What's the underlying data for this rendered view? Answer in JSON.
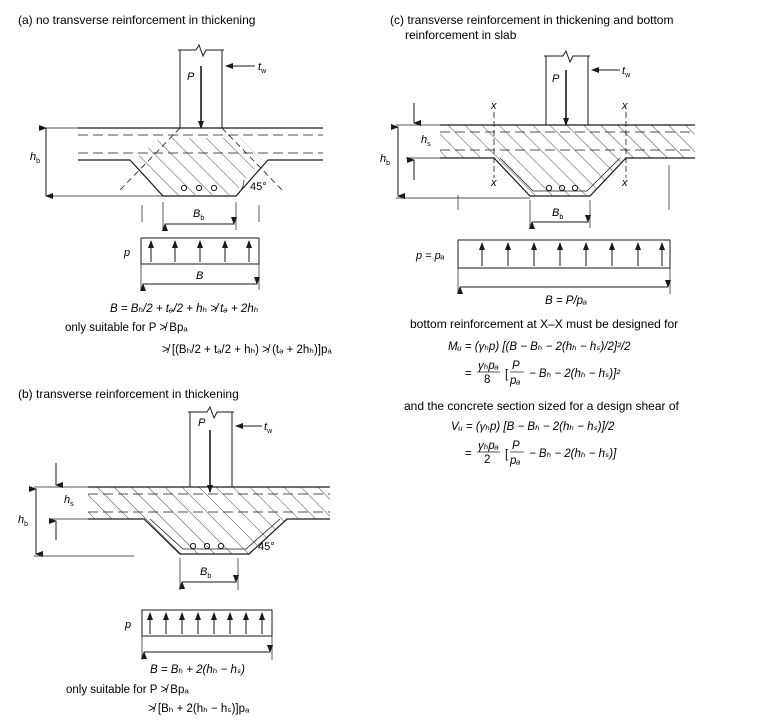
{
  "panel_a": {
    "caption": "(a) no transverse reinforcement in thickening",
    "load_label": "P",
    "wall_label": "t",
    "wall_sub": "w",
    "depth_label": "h",
    "depth_sub": "b",
    "angle_label": "45°",
    "width_label": "B",
    "width_sub": "b",
    "pressure_label": "p",
    "base_label": "B",
    "eq_width": "B = Bₕ/2 + tₔ/2 + hₕ ≯ tₔ + 2hₕ",
    "eq_suitable": "only suitable for P ≯ Bpₐ",
    "eq_suitable2": "≯ [(Bₕ/2 + tₔ/2 + hₕ) ≯ (tₔ + 2hₕ)]pₐ"
  },
  "panel_b": {
    "caption": "(b) transverse reinforcement in thickening",
    "load_label": "P",
    "wall_label": "t",
    "wall_sub": "w",
    "slab_depth_label": "h",
    "slab_depth_sub": "s",
    "depth_label": "h",
    "depth_sub": "b",
    "angle_label": "45°",
    "width_label": "B",
    "width_sub": "b",
    "pressure_label": "p",
    "eq_width": "B = Bₕ + 2(hₕ − hₛ)",
    "eq_suitable": "only suitable for P ≯ Bpₐ",
    "eq_suitable2": "≯ [Bₕ + 2(hₕ − hₛ)]pₐ"
  },
  "panel_c": {
    "caption_line1": "(c) transverse reinforcement in thickening and bottom",
    "caption_line2": "reinforcement in slab",
    "load_label": "P",
    "wall_label": "t",
    "wall_sub": "w",
    "section_label": "x",
    "slab_depth_label": "h",
    "slab_depth_sub": "s",
    "depth_label": "h",
    "depth_sub": "b",
    "width_label": "B",
    "width_sub": "b",
    "pressure_label": "p = pₐ",
    "eq_width": "B = P/pₐ",
    "text_moment": "bottom reinforcement at X–X must be designed for",
    "eq_moment": "Mᵤ = (γₕp) [(B − Bₕ − 2(hₕ − hₛ)/2]²/2",
    "eq_moment2_coef": "γₕpₐ",
    "eq_moment2_den": "8",
    "eq_moment2_frac_num": "P",
    "eq_moment2_frac_den": "pₐ",
    "eq_moment2_rest": "− Bₕ − 2(hₕ − hₛ)]²",
    "text_shear": "and the concrete section sized for a design shear of",
    "eq_shear": "Vᵤ = (γₕp) [B − Bₕ − 2(hₕ − hₛ)]/2",
    "eq_shear2_coef": "γₕpₐ",
    "eq_shear2_den": "2",
    "eq_shear2_frac_num": "P",
    "eq_shear2_frac_den": "pₐ",
    "eq_shear2_rest": "− Bₕ − 2(hₕ − hₛ)]"
  }
}
